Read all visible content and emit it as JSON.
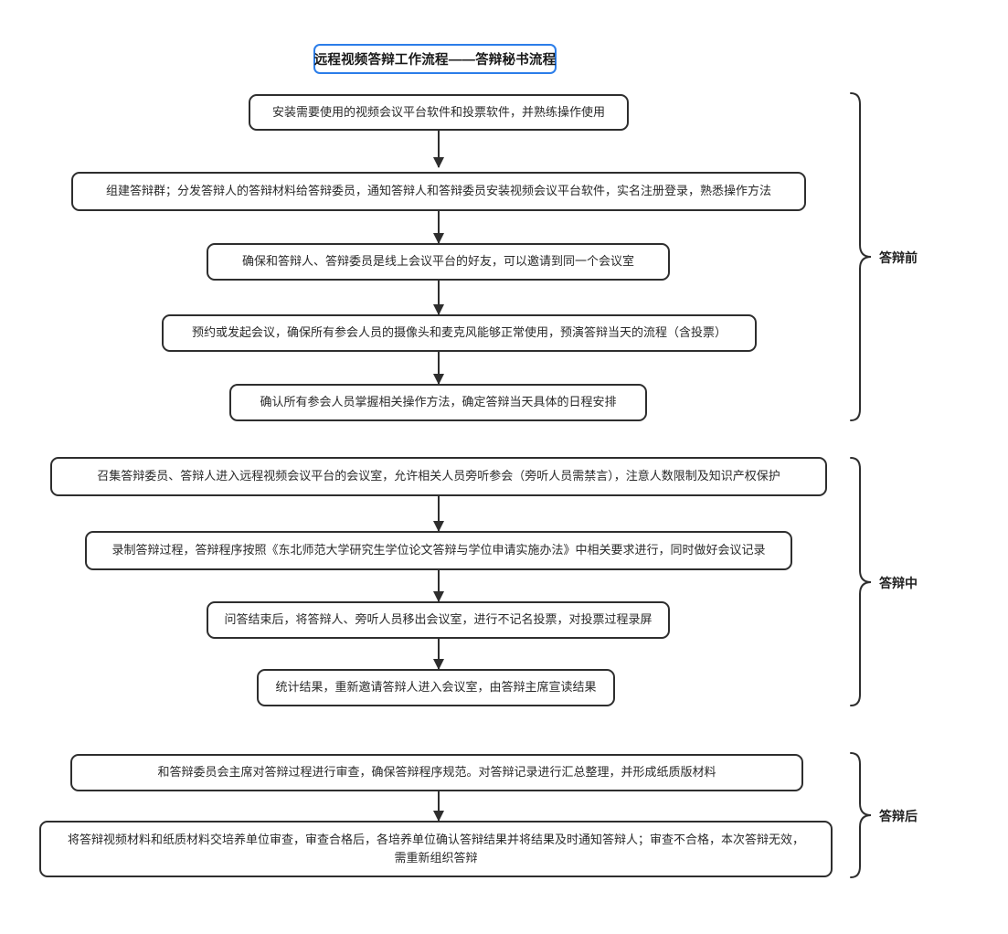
{
  "title": {
    "text": "远程视频答辩工作流程——答辩秘书流程",
    "border_color": "#2b7de9"
  },
  "theme": {
    "node_border_color": "#2e2e2e",
    "arrow_color": "#2e2e2e",
    "background": "#ffffff",
    "text_color": "#2a2a2a"
  },
  "phases": [
    {
      "label": "答辩前"
    },
    {
      "label": "答辩中"
    },
    {
      "label": "答辩后"
    }
  ],
  "nodes": [
    {
      "id": "n1",
      "text": "安装需要使用的视频会议平台软件和投票软件，并熟练操作使用"
    },
    {
      "id": "n2",
      "text": "组建答辩群；分发答辩人的答辩材料给答辩委员，通知答辩人和答辩委员安装视频会议平台软件，实名注册登录，熟悉操作方法"
    },
    {
      "id": "n3",
      "text": "确保和答辩人、答辩委员是线上会议平台的好友，可以邀请到同一个会议室"
    },
    {
      "id": "n4",
      "text": "预约或发起会议，确保所有参会人员的摄像头和麦克风能够正常使用，预演答辩当天的流程（含投票）"
    },
    {
      "id": "n5",
      "text": "确认所有参会人员掌握相关操作方法，确定答辩当天具体的日程安排"
    },
    {
      "id": "n6",
      "text": "召集答辩委员、答辩人进入远程视频会议平台的会议室，允许相关人员旁听参会（旁听人员需禁言），注意人数限制及知识产权保护"
    },
    {
      "id": "n7",
      "text": "录制答辩过程，答辩程序按照《东北师范大学研究生学位论文答辩与学位申请实施办法》中相关要求进行，同时做好会议记录"
    },
    {
      "id": "n8",
      "text": "问答结束后，将答辩人、旁听人员移出会议室，进行不记名投票，对投票过程录屏"
    },
    {
      "id": "n9",
      "text": "统计结果，重新邀请答辩人进入会议室，由答辩主席宣读结果"
    },
    {
      "id": "n10",
      "text": "和答辩委员会主席对答辩过程进行审查，确保答辩程序规范。对答辩记录进行汇总整理，并形成纸质版材料"
    },
    {
      "id": "n11",
      "text": "将答辩视频材料和纸质材料交培养单位审查，审查合格后，各培养单位确认答辩结果并将结果及时通知答辩人；审查不合格，本次答辩无效，需重新组织答辩"
    }
  ]
}
